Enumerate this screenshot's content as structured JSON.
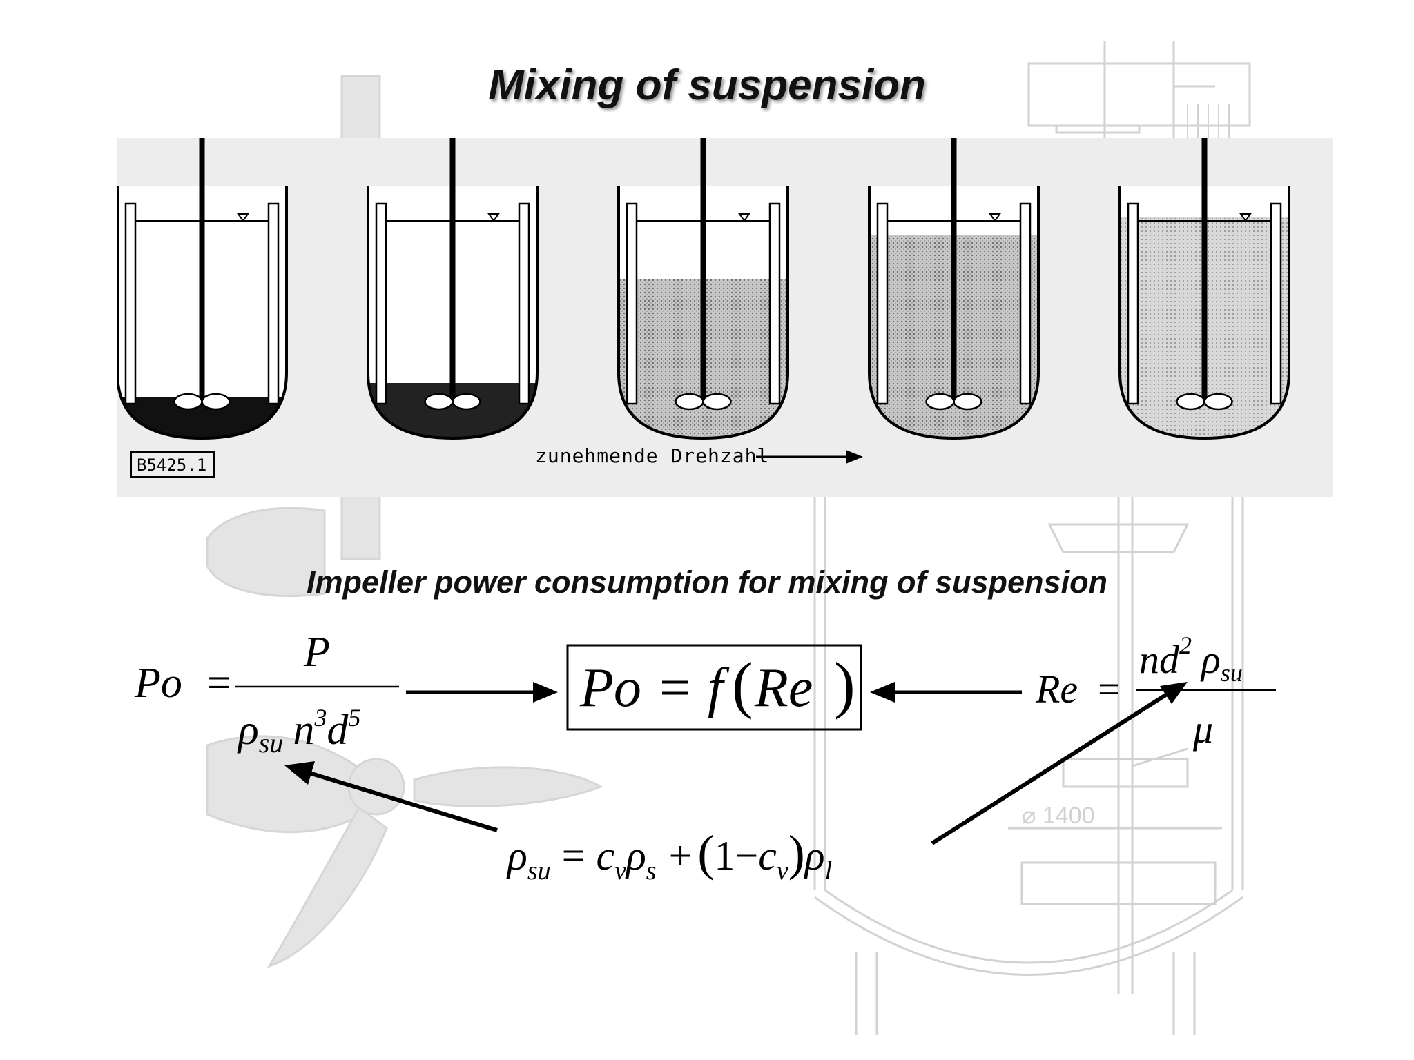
{
  "slide": {
    "title": "Mixing of suspension",
    "subtitle": "Impeller power consumption for mixing of suspension"
  },
  "figure": {
    "code": "B5425.1",
    "axis_caption": "zunehmende Drehzahl",
    "vessel_count": 5
  },
  "background": {
    "dimension_label": "⌀ 1400"
  },
  "formulas": {
    "po_lhs": "Po",
    "po_numerator": "P",
    "center_po": "Po",
    "center_f": "f",
    "center_re": "Re",
    "re_lhs": "Re",
    "re_mu": "μ"
  },
  "colors": {
    "ink": "#000000",
    "ghost": "#cfcfcf",
    "panel_bg": "#ededed"
  }
}
